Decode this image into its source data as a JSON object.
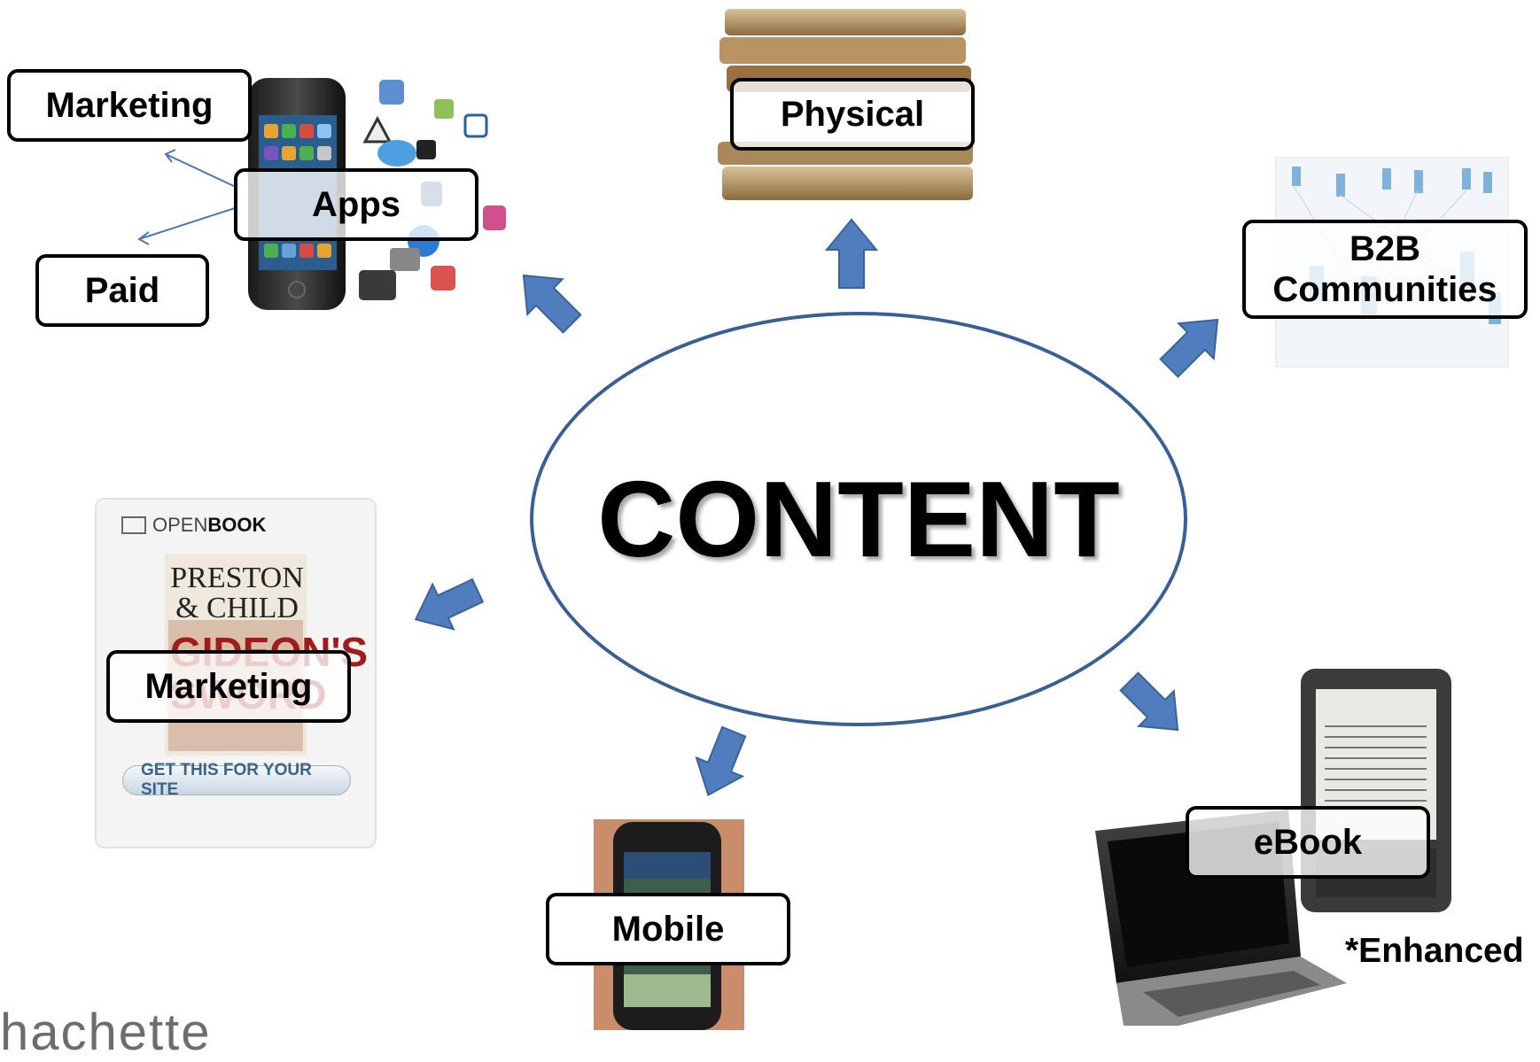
{
  "center": {
    "text": "CONTENT"
  },
  "labels": {
    "marketing_top": "Marketing",
    "apps": "Apps",
    "paid": "Paid",
    "physical": "Physical",
    "b2b_line1": "B2B",
    "b2b_line2": "Communities",
    "marketing_openbook": "Marketing",
    "mobile": "Mobile",
    "ebook": "eBook"
  },
  "notes": {
    "enhanced": "*Enhanced"
  },
  "openbook": {
    "brand_light": "OPEN",
    "brand_bold": "BOOK",
    "author": "PRESTON & CHILD",
    "title": "GIDEON'S SWORD",
    "button": "GET THIS FOR YOUR SITE"
  },
  "logo": {
    "text": "hachette"
  },
  "colors": {
    "arrow": "#4f7dbd",
    "arrow_stroke": "#3a6397",
    "ellipse": "#3a5f96"
  }
}
